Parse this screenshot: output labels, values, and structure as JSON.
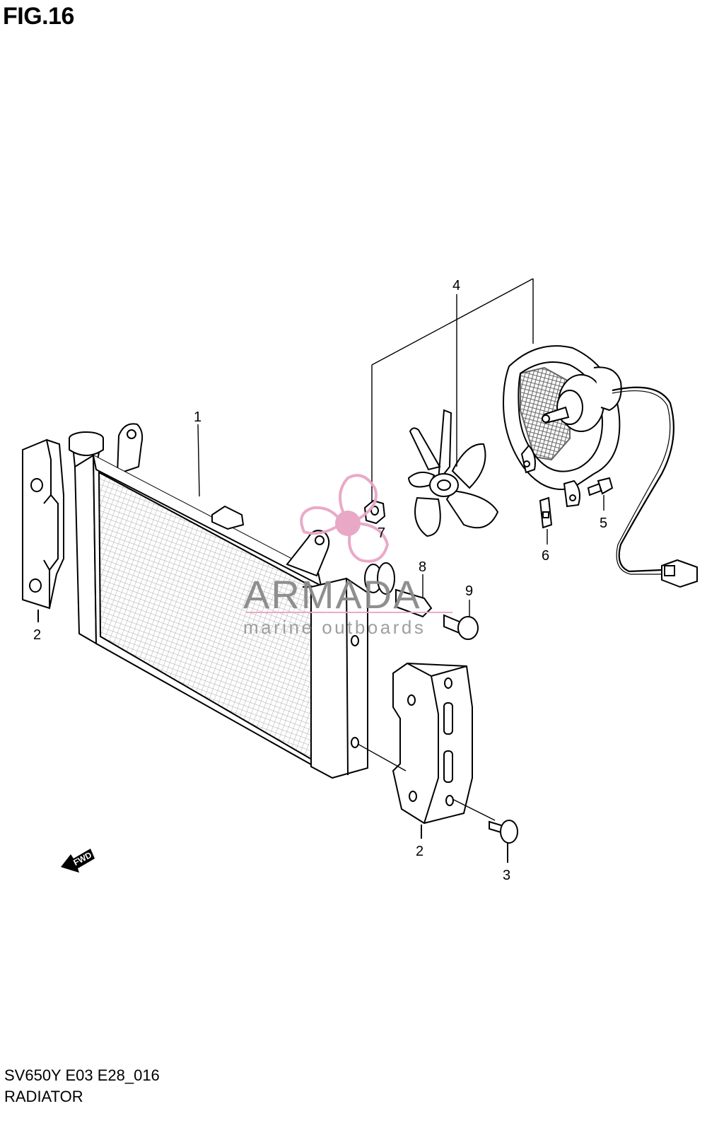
{
  "figure": {
    "title": "FIG.16",
    "model_code": "SV650Y E03 E28_016",
    "section_name": "RADIATOR"
  },
  "callouts": {
    "c1": "1",
    "c2a": "2",
    "c2b": "2",
    "c3": "3",
    "c4": "4",
    "c5": "5",
    "c6": "6",
    "c7": "7",
    "c8": "8",
    "c9": "9"
  },
  "direction_arrow": {
    "label": "FWD"
  },
  "watermark": {
    "brand": "ARMADA",
    "tagline": "marine outboards",
    "logo_color": "#e7a4c4",
    "accent_color": "#e8a6c6"
  },
  "icons": {
    "watermark_logo": "propeller-icon",
    "direction": "forward-arrow-icon"
  }
}
